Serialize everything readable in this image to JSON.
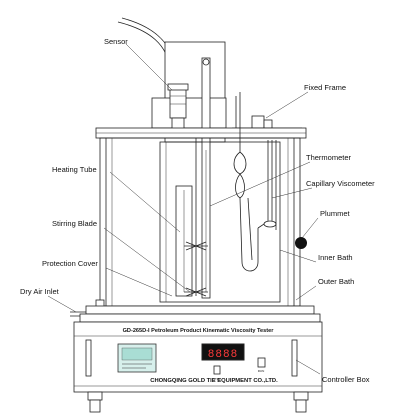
{
  "labels": {
    "sensor": "Sensor",
    "fixed_frame": "Fixed Frame",
    "thermometer": "Thermometer",
    "heating_tube": "Heating Tube",
    "capillary_viscometer": "Capillary Viscometer",
    "stirring_blade": "Stirring Blade",
    "plummet": "Plummet",
    "inner_bath": "Inner Bath",
    "protection_cover": "Protection Cover",
    "outer_bath": "Outer Bath",
    "dry_air_inlet": "Dry Air Inlet",
    "controller_box": "Controller Box"
  },
  "device": {
    "model_title": "GD-265D-I Petroleum Product Kinematic Viscosity Tester",
    "manufacturer": "CHONGQING GOLD TIE EQUIPMENT CO.,LTD.",
    "display_digits": "8888",
    "switch_left_label": "STOP",
    "switch_right_label": "RUN"
  }
}
